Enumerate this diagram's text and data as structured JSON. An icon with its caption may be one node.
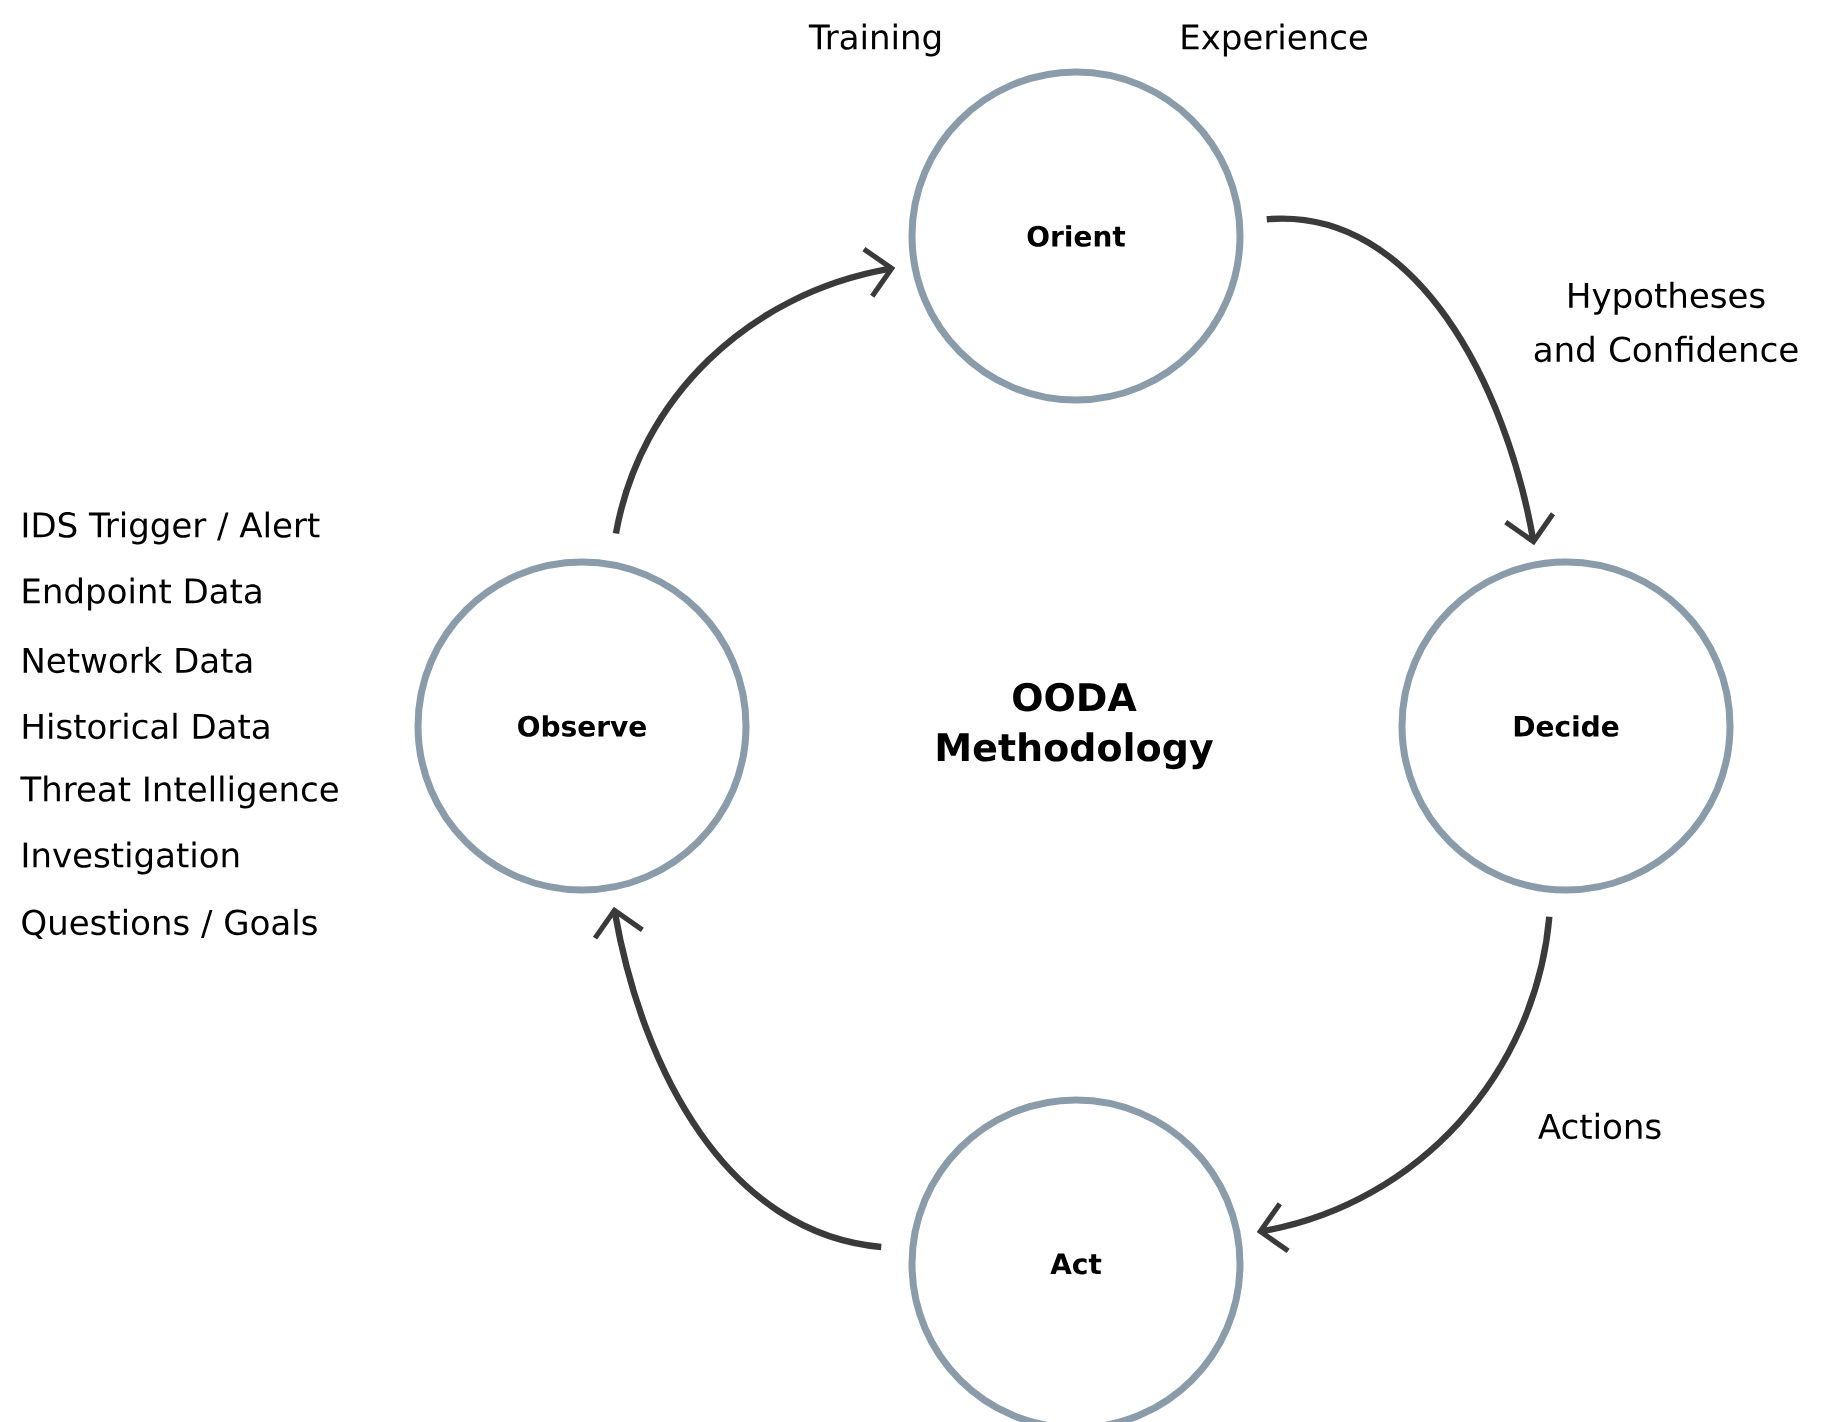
{
  "diagram": {
    "title": "OODA Methodology",
    "nodes": [
      {
        "text": [
          "Orient"
        ],
        "beside": [
          "Training",
          "Experience"
        ]
      },
      {
        "text": [
          "Decide"
        ]
      },
      {
        "text": [
          "Act"
        ]
      },
      {
        "text": [
          "Observe"
        ],
        "beside": [
          "IDS Trigger / Alert",
          "Endpoint Data",
          "Network Data",
          "Historical Data",
          "Threat Intelligence",
          "Investigation",
          "Questions / Goals"
        ]
      }
    ],
    "edges": [
      {
        "from": 3,
        "to": 0,
        "arrow": "to"
      },
      {
        "from": 0,
        "to": 1,
        "arrow": "to",
        "label": "Hypotheses and Confidence"
      },
      {
        "from": 1,
        "to": 2,
        "arrow": "to",
        "label": "Actions"
      },
      {
        "from": 2,
        "to": 3,
        "arrow": "to"
      }
    ]
  }
}
